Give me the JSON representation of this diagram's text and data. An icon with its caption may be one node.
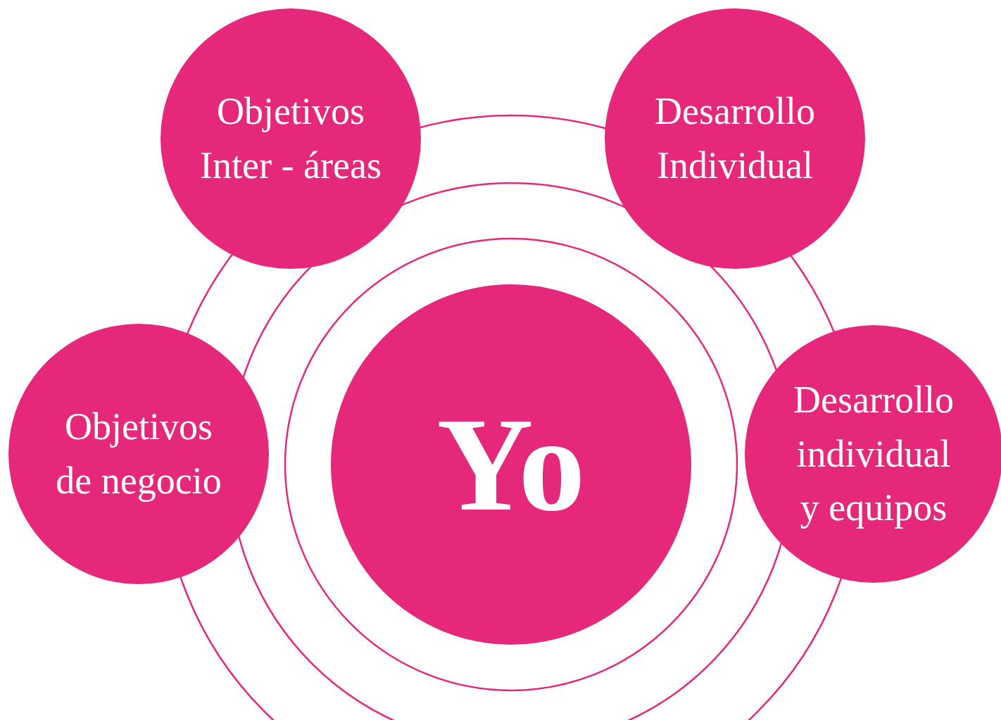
{
  "diagram": {
    "nodes": [
      {
        "text": [
          "Objetivos Inter - áreas"
        ]
      },
      {
        "text": [
          "Desarrollo Individual"
        ]
      },
      {
        "text": [
          "Objetivos de negocio"
        ]
      },
      {
        "text": [
          "Yo"
        ]
      },
      {
        "text": [
          "Desarrollo individual y equipos"
        ]
      }
    ],
    "edges": []
  }
}
